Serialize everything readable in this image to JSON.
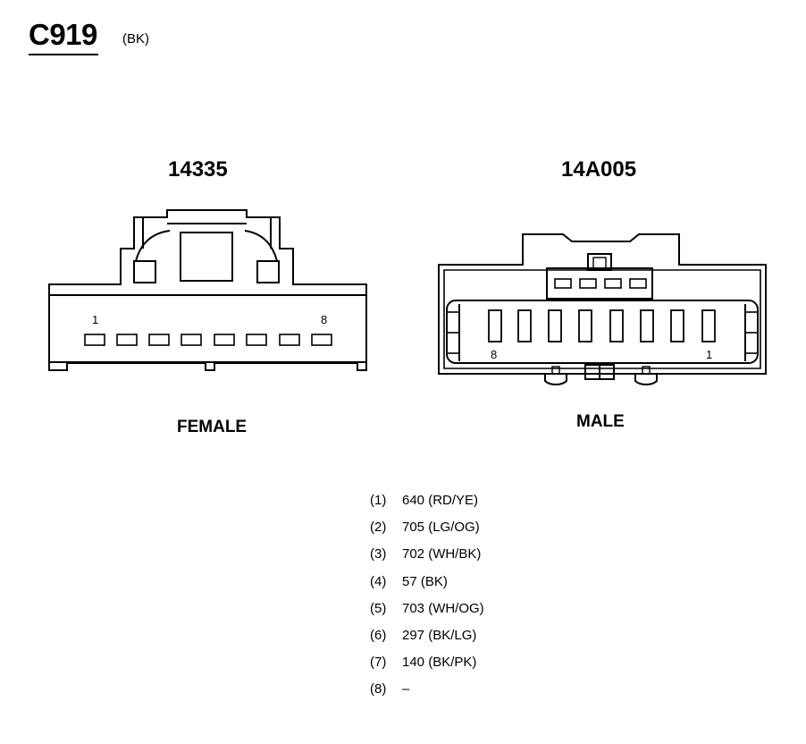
{
  "connector": {
    "id": "C919",
    "color": "(BK)"
  },
  "female": {
    "part_number": "14335",
    "label": "FEMALE",
    "first_pin": "1",
    "last_pin": "8"
  },
  "male": {
    "part_number": "14A005",
    "label": "MALE",
    "first_pin": "8",
    "last_pin": "1"
  },
  "pins": [
    {
      "num": "(1)",
      "circuit": "640 (RD/YE)"
    },
    {
      "num": "(2)",
      "circuit": "705 (LG/OG)"
    },
    {
      "num": "(3)",
      "circuit": "702 (WH/BK)"
    },
    {
      "num": "(4)",
      "circuit": "57 (BK)"
    },
    {
      "num": "(5)",
      "circuit": "703 (WH/OG)"
    },
    {
      "num": "(6)",
      "circuit": "297 (BK/LG)"
    },
    {
      "num": "(7)",
      "circuit": "140 (BK/PK)"
    },
    {
      "num": "(8)",
      "circuit": "–"
    }
  ]
}
